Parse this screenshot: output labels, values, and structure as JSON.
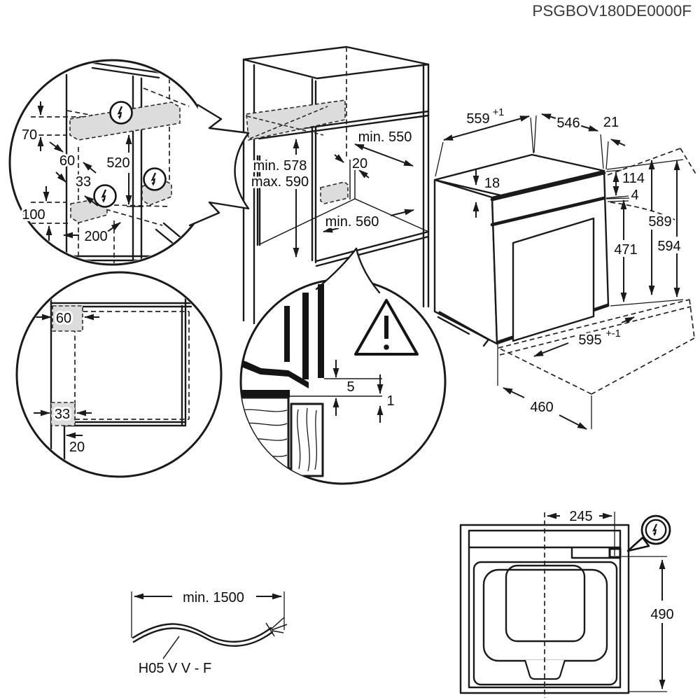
{
  "part_number": "PSGBOV180DE0000F",
  "side_detail": {
    "top_clearance": "70",
    "front_offset_top": "60",
    "zone_spacing": "520",
    "front_offset_bottom": "33",
    "zone_height": "100",
    "zone_depth": "200"
  },
  "niche": {
    "height_min": "min. 578",
    "height_max": "max. 590",
    "depth_min": "min. 550",
    "rear_gap": "20",
    "width_min": "min. 560"
  },
  "oven": {
    "top_depth": "559",
    "top_depth_tol": "+1",
    "body_width": "546",
    "front_overlap": "21",
    "top_clearance": "18",
    "panel_height": "114",
    "door_gap": "4",
    "body_height": "589",
    "front_height": "594",
    "door_height": "471",
    "front_width": "595",
    "front_width_tol": "+-1",
    "body_depth": "460"
  },
  "plan_detail": {
    "zone_top": "60",
    "zone_bottom": "33",
    "front_offset": "20"
  },
  "mounting_detail": {
    "clearance_top": "5",
    "clearance_bottom": "1"
  },
  "cable": {
    "min_length": "min. 1500",
    "type": "H05 V V - F"
  },
  "plan_view": {
    "connection_offset": "245",
    "depth": "490"
  },
  "icons": {
    "power": "power-connection-icon",
    "warning": "warning-icon"
  },
  "colors": {
    "line": "#1a1a1a",
    "zone_fill": "#dcdcdc",
    "part_number_text": "#3a3a3a"
  }
}
